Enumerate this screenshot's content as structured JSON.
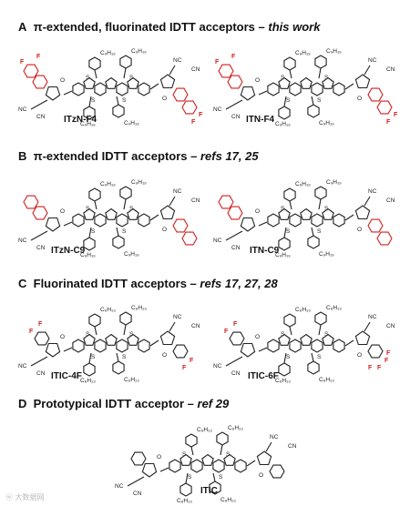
{
  "sections": [
    {
      "letter": "A",
      "title": "π-extended, fluorinated IDTT acceptors –",
      "ref": "this work",
      "molecules": [
        {
          "name": "ITzN-F4"
        },
        {
          "name": "ITN-F4"
        }
      ]
    },
    {
      "letter": "B",
      "title": "π-extended IDTT acceptors –",
      "ref": "refs 17, 25",
      "molecules": [
        {
          "name": "ITzN-C9"
        },
        {
          "name": "ITN-C9"
        }
      ]
    },
    {
      "letter": "C",
      "title": "Fluorinated IDTT acceptors –",
      "ref": "refs 17, 27, 28",
      "molecules": [
        {
          "name": "ITIC-4F"
        },
        {
          "name": "ITIC-6F"
        }
      ]
    },
    {
      "letter": "D",
      "title": "Prototypical IDTT acceptor –",
      "ref": "ref 29",
      "molecules": [
        {
          "name": "ITIC"
        }
      ]
    }
  ],
  "atoms": {
    "F": "F",
    "S": "S",
    "O": "O",
    "NC": "NC",
    "CN": "CN",
    "C6H13": "C₆H₁₃",
    "C9H19": "C₉H₁₉"
  },
  "colors": {
    "highlight": "#d21f1f",
    "ink": "#222222"
  },
  "watermark": "ⓦ 大数据网"
}
